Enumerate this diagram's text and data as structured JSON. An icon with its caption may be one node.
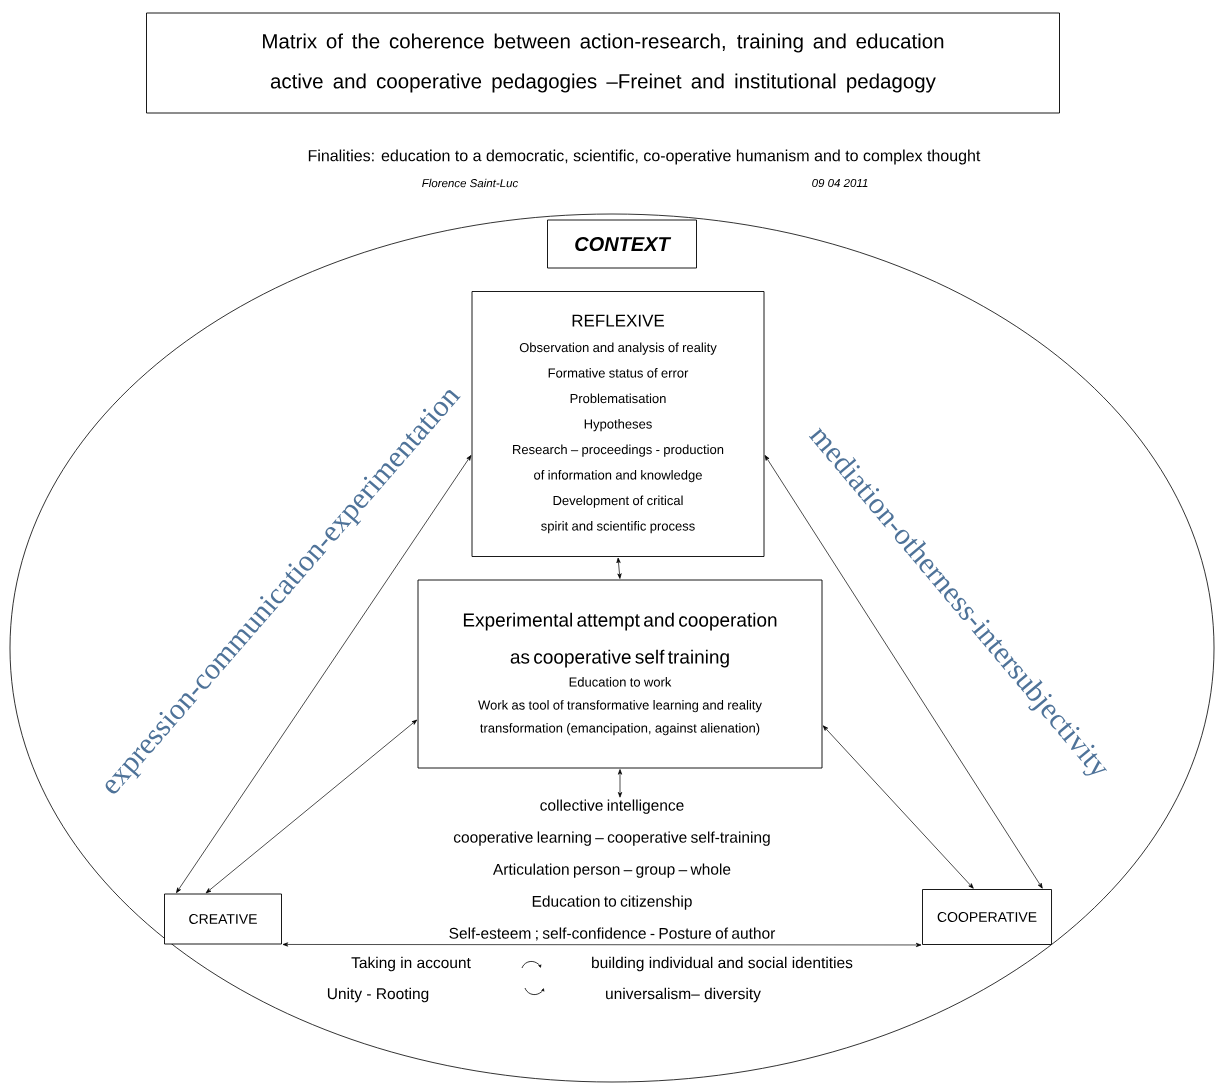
{
  "diagram": {
    "nodes": [
      {
        "text": [
          "Matrix of the coherence between action-research, training and education",
          "active and cooperative  pedagogies –Freinet and institutional pedagogy"
        ]
      },
      {
        "text": [],
        "shape": "ellipse"
      },
      {
        "text": [
          "CONTEXT"
        ],
        "in": 1
      },
      {
        "text": [
          "REFLEXIVE",
          "Observation and analysis of reality",
          "Formative status of error",
          "Problematisation",
          "Hypotheses",
          "Research – proceedings - production of information and knowledge",
          "Development of critical spirit and scientific process"
        ],
        "in": 1
      },
      {
        "text": [
          "Experimental attempt and cooperation as cooperative self training",
          "Education to work",
          "Work as  tool of transformative learning and reality transformation  (emancipation, against alienation)"
        ],
        "in": 1
      },
      {
        "text": [
          "collective intelligence",
          "cooperative learning – cooperative self-training",
          "Articulation person – group – whole",
          "Education to citizenship",
          "Self-esteem ; self-confidence  - Posture of author"
        ],
        "in": 1
      },
      {
        "text": [
          "CREATIVE"
        ],
        "in": 1
      },
      {
        "text": [
          "COOPERATIVE"
        ],
        "in": 1
      }
    ],
    "edges": [
      {
        "from": 3,
        "to": 4,
        "arrow": "both"
      },
      {
        "from": 4,
        "to": 5,
        "arrow": "both"
      },
      {
        "from": 6,
        "to": 3,
        "arrow": "both"
      },
      {
        "from": 6,
        "to": 4,
        "arrow": "both"
      },
      {
        "from": 7,
        "to": 3,
        "arrow": "both"
      },
      {
        "from": 7,
        "to": 4,
        "arrow": "both"
      },
      {
        "from": 6,
        "to": 7,
        "arrow": "both"
      }
    ],
    "labels": [
      "Finalities:  education to a democratic, scientific, co-operative humanism and to  complex thought",
      "Florence Saint-Luc",
      "09 04 2011",
      "expression-communication-experimentation",
      "mediation-otherness-intersubjectivity",
      "Taking in account",
      "building  individual  and social identities",
      "Unity - Rooting",
      "universalism– diversity"
    ]
  }
}
